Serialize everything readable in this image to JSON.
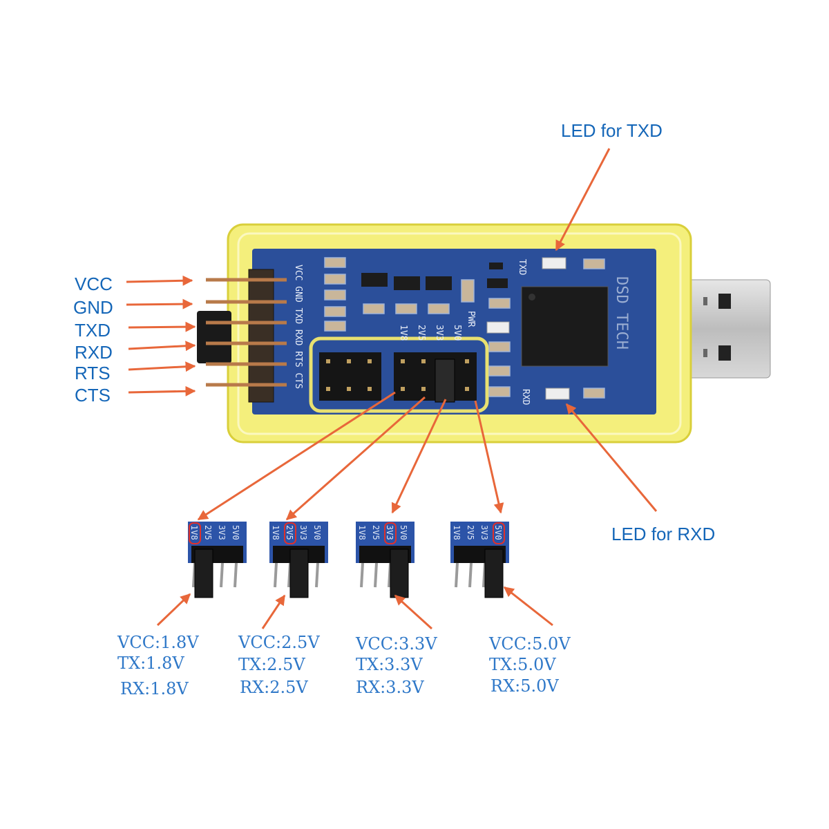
{
  "pin_labels": [
    "VCC",
    "GND",
    "TXD",
    "RXD",
    "RTS",
    "CTS"
  ],
  "led_txd_label": "LED for TXD",
  "led_rxd_label": "LED for RXD",
  "board_silkscreen": {
    "pins": "VCC GND TXD RXD RTS CTS",
    "voltages": [
      "1V8",
      "2V5",
      "3V3",
      "5V0"
    ],
    "pwr": "PWR",
    "txd": "TXD",
    "rxd": "RXD",
    "brand": "DSD TECH"
  },
  "module_labels": [
    "1V8",
    "2V5",
    "3V3",
    "5V0"
  ],
  "jumper_settings": [
    {
      "vcc": "VCC:1.8V",
      "tx": "TX:1.8V",
      "rx": "RX:1.8V",
      "selected": "1V8"
    },
    {
      "vcc": "VCC:2.5V",
      "tx": "TX:2.5V",
      "rx": "RX:2.5V",
      "selected": "2V5"
    },
    {
      "vcc": "VCC:3.3V",
      "tx": "TX:3.3V",
      "rx": "RX:3.3V",
      "selected": "3V3"
    },
    {
      "vcc": "VCC:5.0V",
      "tx": "TX:5.0V",
      "rx": "RX:5.0V",
      "selected": "5V0"
    }
  ],
  "colors": {
    "arrow": "#e8673a",
    "label": "#1466b8",
    "pcb": "#2b4f9a",
    "case": "#f2ef8a"
  }
}
